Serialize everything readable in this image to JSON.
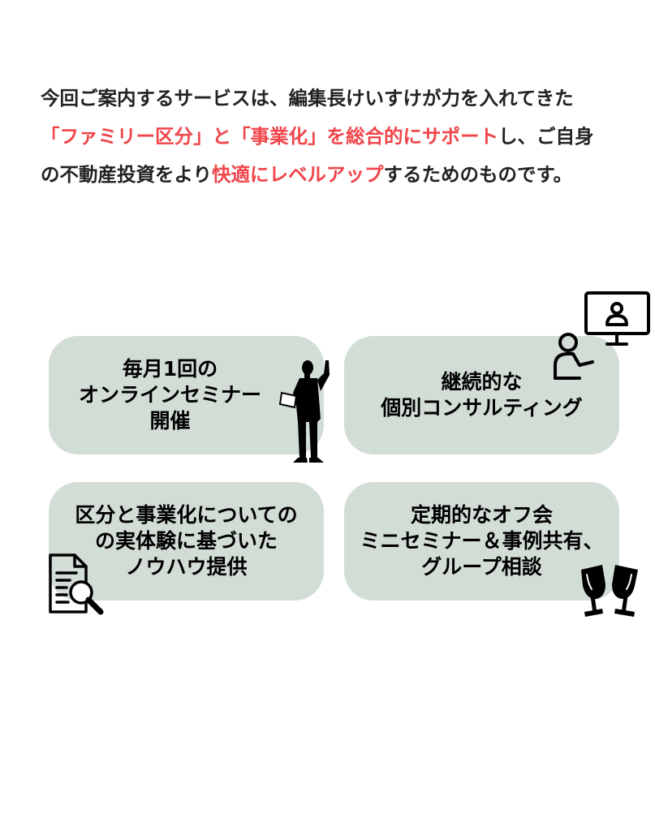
{
  "intro": {
    "line1": [
      {
        "text": "今回ご案内するサービスは、編集長けいすけが力を入れてきた",
        "highlight": false
      }
    ],
    "line2": [
      {
        "text": "「ファミリー区分」と「事業化」を総合的にサポート",
        "highlight": true
      },
      {
        "text": "し、ご自身",
        "highlight": false
      }
    ],
    "line3": [
      {
        "text": "の不動産投資をより",
        "highlight": false
      },
      {
        "text": "快適にレベルアップ",
        "highlight": true
      },
      {
        "text": "するためのものです。",
        "highlight": false
      }
    ]
  },
  "cards": [
    {
      "lines": [
        "毎月1回の",
        "オンラインセミナー",
        "開催"
      ],
      "icon": "presenter-silhouette-icon"
    },
    {
      "lines": [
        "継続的な",
        "個別コンサルティング"
      ],
      "icon": "video-consultation-icon"
    },
    {
      "lines": [
        "区分と事業化についての",
        "の実体験に基づいた",
        "ノウハウ提供"
      ],
      "icon": "document-search-icon"
    },
    {
      "lines": [
        "定期的なオフ会",
        "ミニセミナー＆事例共有、",
        "グループ相談"
      ],
      "icon": "wine-glasses-toast-icon"
    }
  ],
  "colors": {
    "text": "#222222",
    "highlight": "#f0454a",
    "card_bg": "#d2ddd6"
  }
}
